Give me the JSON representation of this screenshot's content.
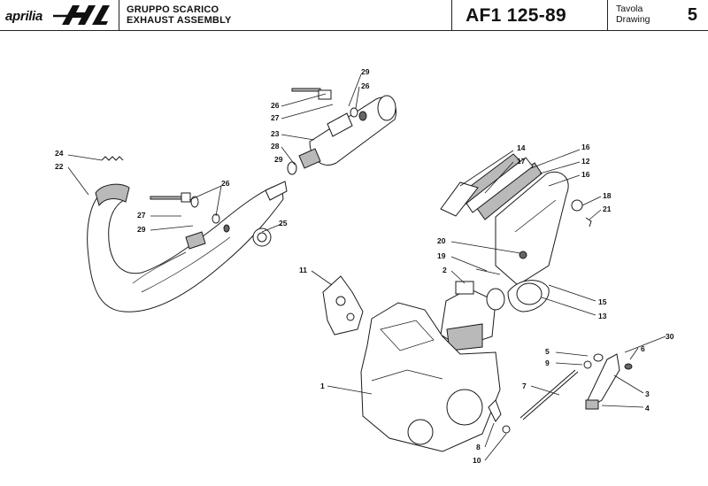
{
  "header": {
    "brand": "aprilia",
    "title_it": "GRUPPO SCARICO",
    "title_en": "EXHAUST ASSEMBLY",
    "model": "AF1 125-89",
    "tavola_label": "Tavola",
    "drawing_label": "Drawing",
    "drawing_number": "5"
  },
  "callouts": {
    "c1": "1",
    "c2": "2",
    "c3": "3",
    "c4": "4",
    "c5": "5",
    "c6": "6",
    "c7": "7",
    "c8": "8",
    "c9": "9",
    "c10": "10",
    "c11": "11",
    "c12": "12",
    "c13": "13",
    "c14": "14",
    "c15": "15",
    "c16a": "16",
    "c16b": "16",
    "c17": "17",
    "c18": "18",
    "c19": "19",
    "c20": "20",
    "c21": "21",
    "c22": "22",
    "c23": "23",
    "c24": "24",
    "c25": "25",
    "c26a": "26",
    "c26b": "26",
    "c26c": "26",
    "c27a": "27",
    "c27b": "27",
    "c28": "28",
    "c29a": "29",
    "c29b": "29",
    "c29c": "29",
    "c30": "30"
  }
}
